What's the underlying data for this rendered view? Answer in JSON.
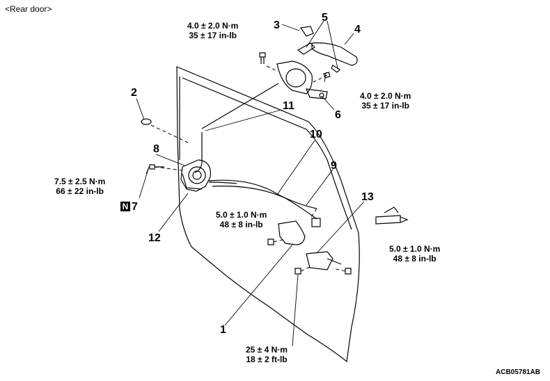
{
  "header": "<Rear door>",
  "figure_code": "ACB05781AB",
  "callouts": [
    "1",
    "2",
    "3",
    "4",
    "5",
    "6",
    "7",
    "8",
    "9",
    "10",
    "11",
    "12",
    "13"
  ],
  "n_badge": "N",
  "torque_specs": {
    "outer_handle_front": {
      "nm": "4.0 ± 2.0 N·m",
      "imperial": "35 ± 17 in-lb"
    },
    "outer_handle_rear": {
      "nm": "4.0 ± 2.0 N·m",
      "imperial": "35 ± 17 in-lb"
    },
    "latch_screw": {
      "nm": "7.5 ± 2.5 N·m",
      "imperial": "66 ± 22 in-lb"
    },
    "inside_handle": {
      "nm": "5.0 ± 1.0 N·m",
      "imperial": "48 ± 8 in-lb"
    },
    "striker_bracket": {
      "nm": "5.0 ± 1.0 N·m",
      "imperial": "48 ± 8 in-lb"
    },
    "lower_bolt": {
      "nm": "25 ± 4 N·m",
      "imperial": "18 ± 2 ft-lb"
    }
  }
}
